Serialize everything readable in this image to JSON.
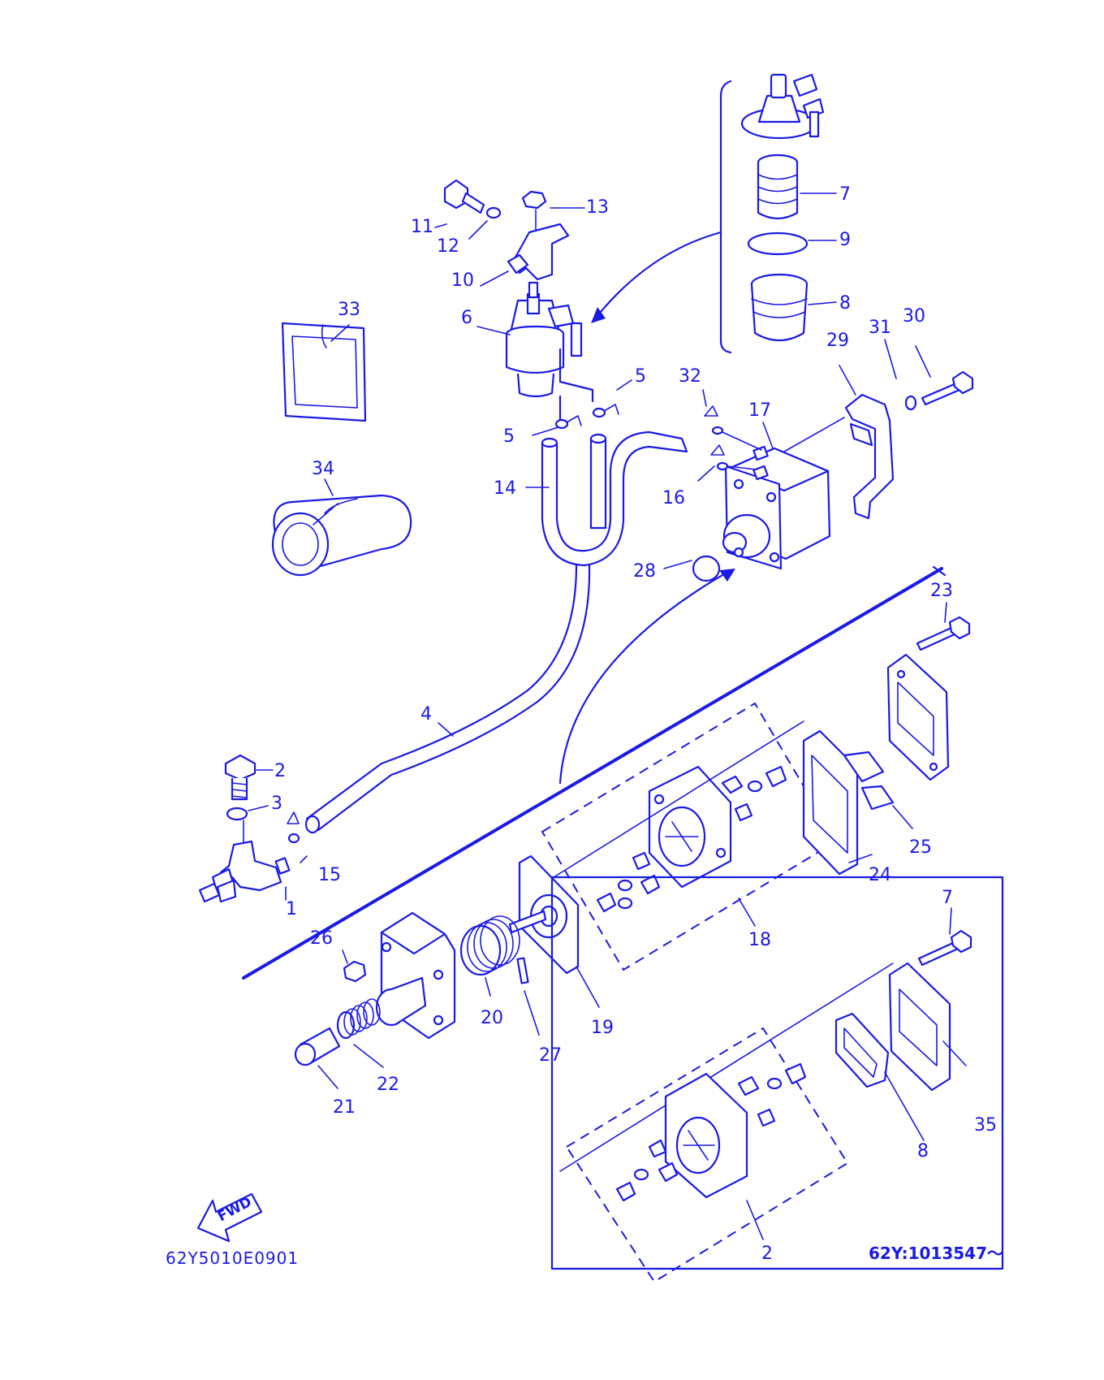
{
  "diagram": {
    "accent_color": "#1a1ae6",
    "background_color": "#ffffff",
    "drawing_code": "62Y5010E0901",
    "serial_note": "62Y:1013547～",
    "fwd_label": "FWD",
    "callouts": [
      {
        "id": "c1",
        "label": "1"
      },
      {
        "id": "c2a",
        "label": "2"
      },
      {
        "id": "c2b",
        "label": "2"
      },
      {
        "id": "c3",
        "label": "3"
      },
      {
        "id": "c4",
        "label": "4"
      },
      {
        "id": "c5a",
        "label": "5"
      },
      {
        "id": "c5b",
        "label": "5"
      },
      {
        "id": "c6",
        "label": "6"
      },
      {
        "id": "c7a",
        "label": "7"
      },
      {
        "id": "c7b",
        "label": "7"
      },
      {
        "id": "c8a",
        "label": "8"
      },
      {
        "id": "c8b",
        "label": "8"
      },
      {
        "id": "c9",
        "label": "9"
      },
      {
        "id": "c10",
        "label": "10"
      },
      {
        "id": "c11",
        "label": "11"
      },
      {
        "id": "c12",
        "label": "12"
      },
      {
        "id": "c13",
        "label": "13"
      },
      {
        "id": "c14",
        "label": "14"
      },
      {
        "id": "c15",
        "label": "15"
      },
      {
        "id": "c16",
        "label": "16"
      },
      {
        "id": "c17",
        "label": "17"
      },
      {
        "id": "c18",
        "label": "18"
      },
      {
        "id": "c19",
        "label": "19"
      },
      {
        "id": "c20",
        "label": "20"
      },
      {
        "id": "c21",
        "label": "21"
      },
      {
        "id": "c22",
        "label": "22"
      },
      {
        "id": "c23",
        "label": "23"
      },
      {
        "id": "c24",
        "label": "24"
      },
      {
        "id": "c25",
        "label": "25"
      },
      {
        "id": "c26",
        "label": "26"
      },
      {
        "id": "c27",
        "label": "27"
      },
      {
        "id": "c28",
        "label": "28"
      },
      {
        "id": "c29",
        "label": "29"
      },
      {
        "id": "c30",
        "label": "30"
      },
      {
        "id": "c31",
        "label": "31"
      },
      {
        "id": "c32",
        "label": "32"
      },
      {
        "id": "c33",
        "label": "33"
      },
      {
        "id": "c34",
        "label": "34"
      },
      {
        "id": "c35",
        "label": "35"
      }
    ]
  }
}
